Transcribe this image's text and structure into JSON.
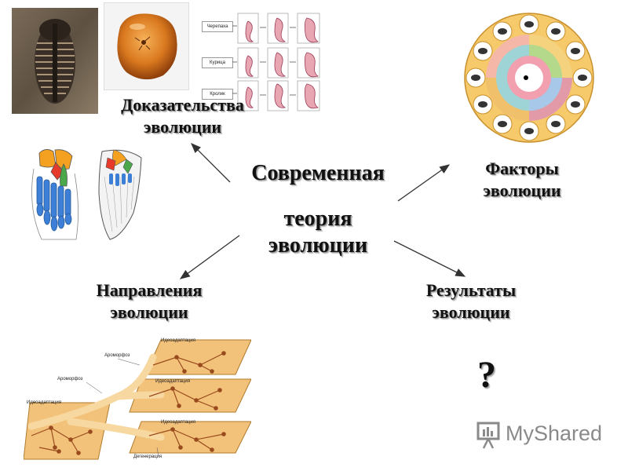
{
  "center": {
    "line1": "Современная",
    "line2": "теория",
    "line3": "эволюции"
  },
  "evidence": {
    "line1": "Доказательства",
    "line2": "эволюции"
  },
  "factors": {
    "line1": "Факторы",
    "line2": "эволюции"
  },
  "directions": {
    "line1": "Направления",
    "line2": "эволюции"
  },
  "results": {
    "line1": "Результаты",
    "line2": "эволюции",
    "unknown": "?"
  },
  "embryo_table": {
    "rows": [
      "Черепаха",
      "Курица",
      "Кролик"
    ]
  },
  "tree_labels": {
    "ideo_top": "Идеоадаптация",
    "aro_1": "Ароморфоз",
    "aro_2": "Ароморфоз",
    "ideo_mid": "Идеоадаптация",
    "ideo_left": "Идеоадаптация",
    "ideo_bottom": "Идеоадаптация",
    "degeneration": "Дегенерация"
  },
  "logo": {
    "text": "MyShared"
  },
  "colors": {
    "arrow": "#333333",
    "tree_fill": "#f2c27a",
    "tree_branch": "#9a4b1e",
    "wheel_outer": "#f6c96a"
  }
}
